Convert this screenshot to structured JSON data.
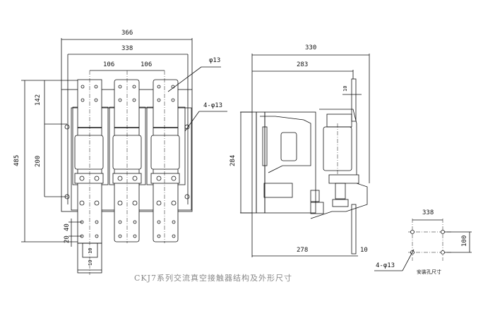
{
  "front_view": {
    "dim_overall_width": "366",
    "dim_mount_width": "338",
    "dim_pole_pitch_left": "106",
    "dim_pole_pitch_right": "106",
    "dim_terminal_hole": "φ13",
    "dim_mount_holes": "4-φ13",
    "dim_overall_height": "485",
    "dim_top_offset": "142",
    "dim_mount_height": "200",
    "dim_hole_spacing_20": "20",
    "dim_hole_spacing_40": "40",
    "dim_bar_gap": "10",
    "dim_bar_width": "10"
  },
  "side_view": {
    "dim_overall_depth": "330",
    "dim_depth_283": "283",
    "dim_bracket_10": "10",
    "dim_height": "284",
    "dim_bottom_278": "278",
    "dim_bottom_10": "10"
  },
  "mounting_pattern": {
    "dim_width": "338",
    "dim_height": "100",
    "dim_holes": "4-φ13",
    "label": "安装孔尺寸"
  },
  "caption": "CKJ7系列交流真空接触器结构及外形尺寸"
}
